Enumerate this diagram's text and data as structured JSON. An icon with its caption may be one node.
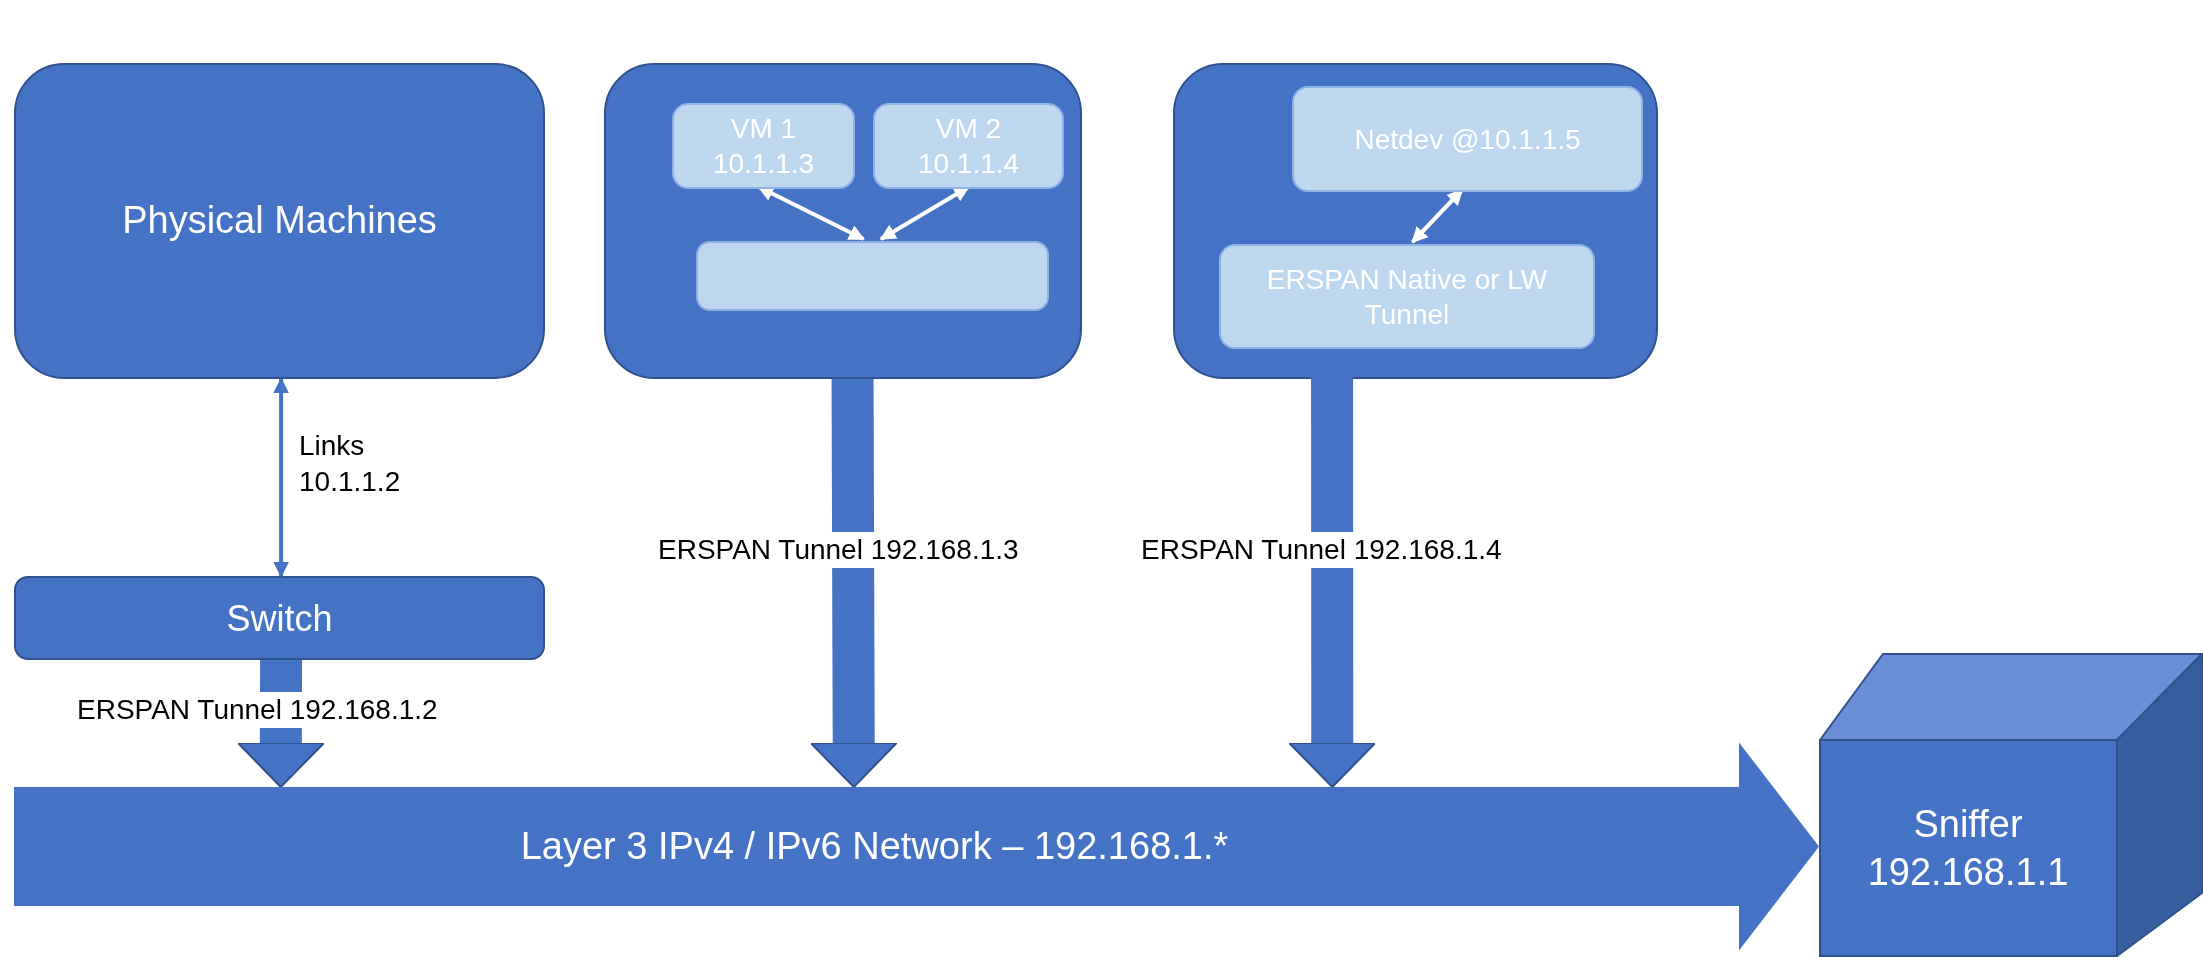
{
  "diagram": {
    "nodes": [
      {
        "text": [
          "Physical Machines"
        ]
      },
      {
        "text": [
          "Switch"
        ]
      },
      {
        "text": [],
        "shape": "box"
      },
      {
        "text": [
          "VM 1 10.1.1.3"
        ],
        "in": 2
      },
      {
        "text": [
          "VM 2 10.1.1.4"
        ],
        "in": 2
      },
      {
        "text": [],
        "shape": "box",
        "in": 2
      },
      {
        "text": [],
        "shape": "box"
      },
      {
        "text": [
          "Netdev @10.1.1.5"
        ],
        "in": 6
      },
      {
        "text": [
          "ERSPAN Native or LW Tunnel"
        ],
        "in": 6
      },
      {
        "text": [
          "Layer 3 IPv4 / IPv6 Network – 192.168.1.*"
        ]
      },
      {
        "text": [
          "Sniffer 192.168.1.1"
        ]
      }
    ],
    "edges": [
      {
        "from": 0,
        "to": 1,
        "arrow": "both",
        "label": "Links 10.1.1.2"
      },
      {
        "from": 3,
        "to": 5,
        "arrow": "both",
        "color": "#ffffff"
      },
      {
        "from": 4,
        "to": 5,
        "arrow": "both",
        "color": "#ffffff"
      },
      {
        "from": 7,
        "to": 8,
        "arrow": "both",
        "color": "#ffffff"
      },
      {
        "from": 1,
        "to": 9,
        "arrow": "to",
        "style": "thick",
        "label": "ERSPAN Tunnel 192.168.1.2"
      },
      {
        "from": 2,
        "to": 9,
        "arrow": "to",
        "style": "thick",
        "label": "ERSPAN Tunnel 192.168.1.3"
      },
      {
        "from": 8,
        "to": 9,
        "arrow": "to",
        "style": "thick",
        "label": "ERSPAN Tunnel 192.168.1.4"
      },
      {
        "from": 9,
        "to": 10,
        "arrow": "to",
        "style": "thick"
      }
    ]
  }
}
